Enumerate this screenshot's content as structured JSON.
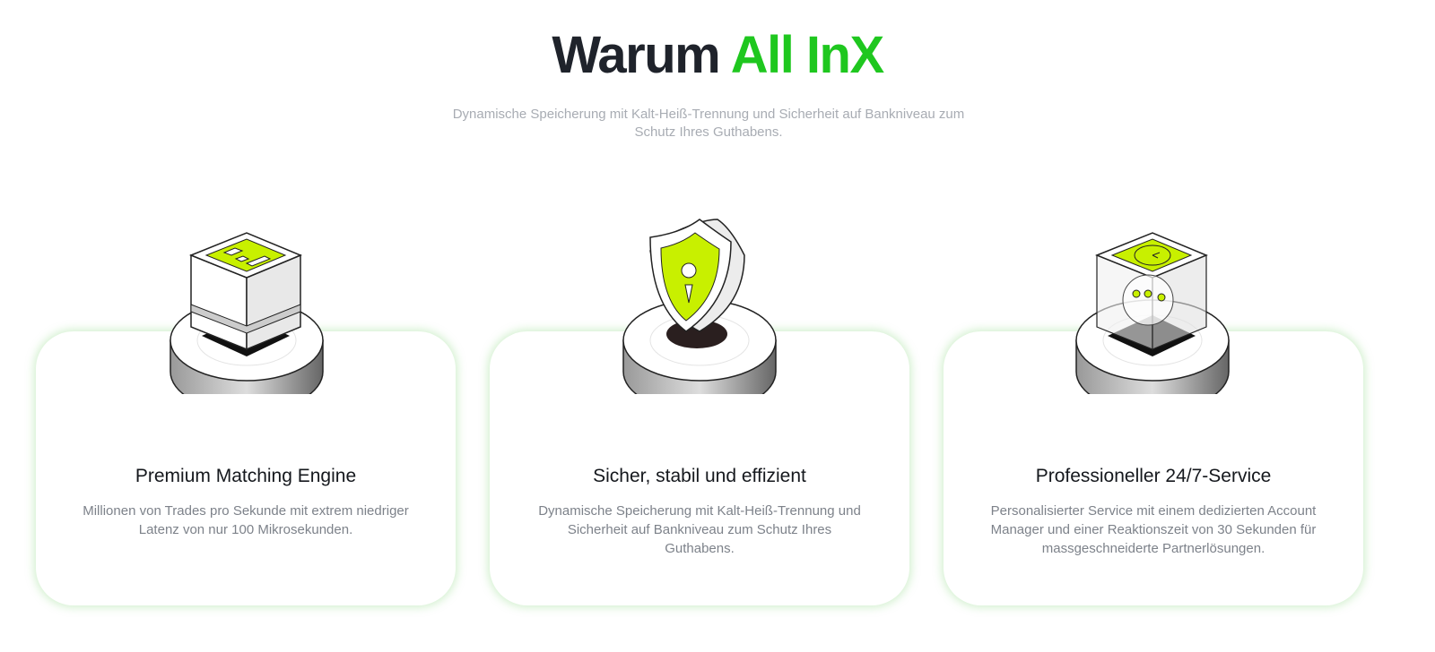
{
  "header": {
    "title_prefix": "Warum",
    "title_brand": "All InX",
    "subtitle": "Dynamische Speicherung mit Kalt-Heiß-Trennung und Sicherheit auf Bankniveau zum Schutz Ihres Guthabens."
  },
  "colors": {
    "brand_green": "#1fc71f",
    "lime": "#c8f000",
    "text_dark": "#1f232b"
  },
  "features": [
    {
      "icon": "server-cube-icon",
      "title": "Premium Matching Engine",
      "text": "Millionen von Trades pro Sekunde mit extrem niedriger Latenz von nur 100 Mikrosekunden."
    },
    {
      "icon": "shield-icon",
      "title": "Sicher, stabil und effizient",
      "text": "Dynamische Speicherung mit Kalt-Heiß-Trennung und Sicherheit auf Bankniveau zum Schutz Ihres Guthabens."
    },
    {
      "icon": "support-clock-icon",
      "title": "Professioneller 24/7-Service",
      "text": "Personalisierter Service mit einem dedizierten Account Manager und einer Reaktionszeit von 30 Sekunden für massgeschneiderte Partnerlösungen."
    }
  ]
}
